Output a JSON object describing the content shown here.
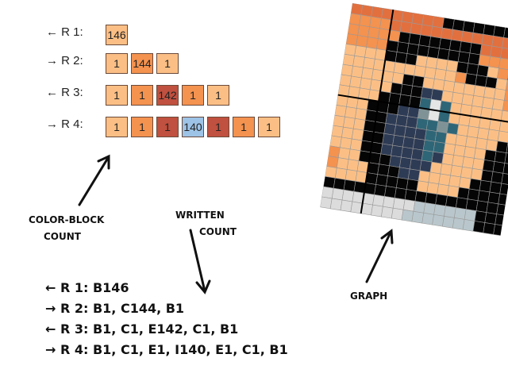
{
  "colors": {
    "B": "#fbbf85",
    "C": "#f4924f",
    "E": "#c0503f",
    "I": "#9dc3e6"
  },
  "block_rows": [
    {
      "label": "← R 1:",
      "blocks": [
        {
          "v": "146",
          "c": "B"
        }
      ]
    },
    {
      "label": "→ R 2:",
      "blocks": [
        {
          "v": "1",
          "c": "B"
        },
        {
          "v": "144",
          "c": "C"
        },
        {
          "v": "1",
          "c": "B"
        }
      ]
    },
    {
      "label": "← R 3:",
      "blocks": [
        {
          "v": "1",
          "c": "B"
        },
        {
          "v": "1",
          "c": "C"
        },
        {
          "v": "142",
          "c": "E"
        },
        {
          "v": "1",
          "c": "C"
        },
        {
          "v": "1",
          "c": "B"
        }
      ]
    },
    {
      "label": "→ R 4:",
      "blocks": [
        {
          "v": "1",
          "c": "B"
        },
        {
          "v": "1",
          "c": "C"
        },
        {
          "v": "1",
          "c": "E"
        },
        {
          "v": "140",
          "c": "I"
        },
        {
          "v": "1",
          "c": "E"
        },
        {
          "v": "1",
          "c": "C"
        },
        {
          "v": "1",
          "c": "B"
        }
      ]
    }
  ],
  "annotations": {
    "color_block_1": "COLOR-BLOCK",
    "color_block_2": "COUNT",
    "written_1": "WRITTEN",
    "written_2": "COUNT",
    "graph": "GRAPH"
  },
  "written_count": [
    "← R 1: B146",
    "→ R 2: B1, C144, B1",
    "← R 3: B1, C1, E142, C1, B1",
    "→ R 4: B1, C1, E1, I140, E1, C1, B1"
  ]
}
